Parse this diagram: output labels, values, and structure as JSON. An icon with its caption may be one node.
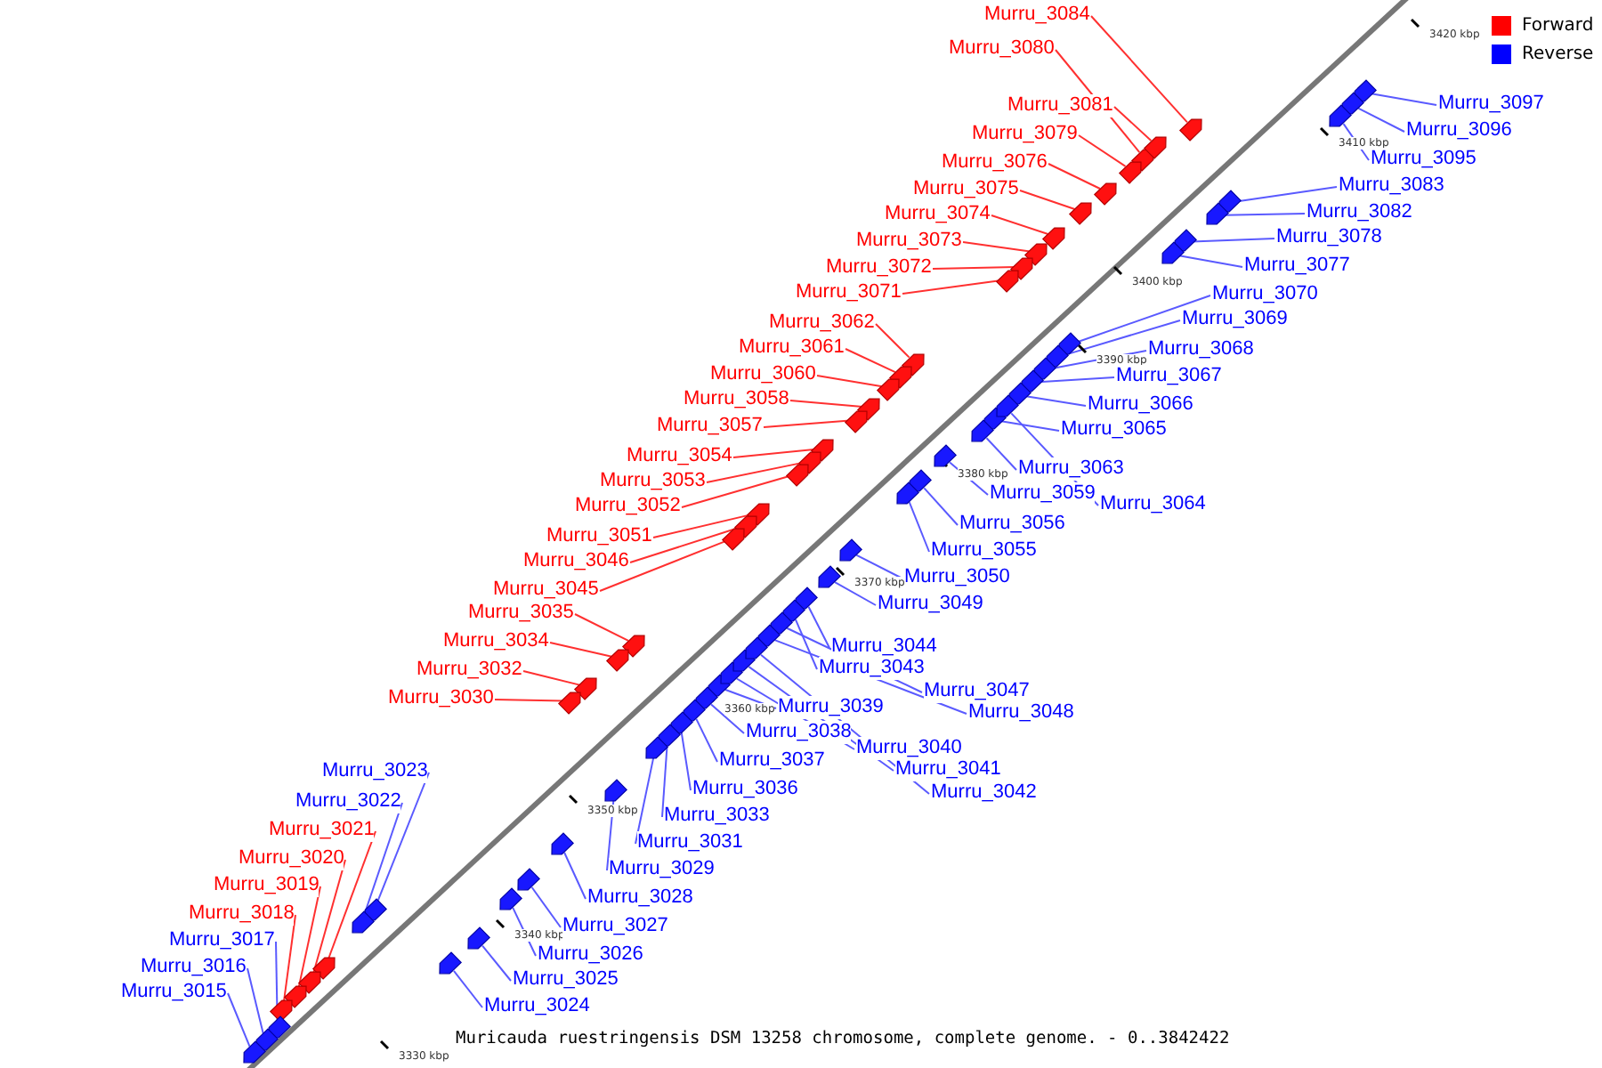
{
  "diagram": {
    "caption": "Muricauda ruestringensis DSM 13258 chromosome, complete genome. - 0..3842422",
    "nodes": [
      {
        "text": [
          "Murru_3084"
        ]
      },
      {
        "text": [
          "Murru_3080"
        ]
      },
      {
        "text": [
          "Murru_3097"
        ]
      },
      {
        "text": [
          "Murru_3081"
        ]
      },
      {
        "text": [
          "Murru_3096"
        ]
      },
      {
        "text": [
          "Murru_3079"
        ]
      },
      {
        "text": [
          "Murru_3095"
        ]
      },
      {
        "text": [
          "Murru_3076"
        ]
      },
      {
        "text": [
          "Murru_3083"
        ]
      },
      {
        "text": [
          "Murru_3075"
        ]
      },
      {
        "text": [
          "Murru_3082"
        ]
      },
      {
        "text": [
          "Murru_3074"
        ]
      },
      {
        "text": [
          "Murru_3078"
        ]
      },
      {
        "text": [
          "Murru_3073"
        ]
      },
      {
        "text": [
          "Murru_3077"
        ]
      },
      {
        "text": [
          "Murru_3072"
        ]
      },
      {
        "text": [
          "Murru_3071"
        ]
      },
      {
        "text": [
          "Murru_3070"
        ]
      },
      {
        "text": [
          "Murru_3069"
        ]
      },
      {
        "text": [
          "Murru_3062"
        ]
      },
      {
        "text": [
          "Murru_3061"
        ]
      },
      {
        "text": [
          "Murru_3068"
        ]
      },
      {
        "text": [
          "Murru_3060"
        ]
      },
      {
        "text": [
          "Murru_3067"
        ]
      },
      {
        "text": [
          "Murru_3058"
        ]
      },
      {
        "text": [
          "Murru_3066"
        ]
      },
      {
        "text": [
          "Murru_3057"
        ]
      },
      {
        "text": [
          "Murru_3065"
        ]
      },
      {
        "text": [
          "Murru_3054"
        ]
      },
      {
        "text": [
          "Murru_3063"
        ]
      },
      {
        "text": [
          "Murru_3053"
        ]
      },
      {
        "text": [
          "Murru_3059"
        ]
      },
      {
        "text": [
          "Murru_3052"
        ]
      },
      {
        "text": [
          "Murru_3064"
        ]
      },
      {
        "text": [
          "Murru_3056"
        ]
      },
      {
        "text": [
          "Murru_3051"
        ]
      },
      {
        "text": [
          "Murru_3055"
        ]
      },
      {
        "text": [
          "Murru_3046"
        ]
      },
      {
        "text": [
          "Murru_3050"
        ]
      },
      {
        "text": [
          "Murru_3045"
        ]
      },
      {
        "text": [
          "Murru_3049"
        ]
      },
      {
        "text": [
          "Murru_3035"
        ]
      },
      {
        "text": [
          "Murru_3034"
        ]
      },
      {
        "text": [
          "Murru_3044"
        ]
      },
      {
        "text": [
          "Murru_3043"
        ]
      },
      {
        "text": [
          "Murru_3032"
        ]
      },
      {
        "text": [
          "Murru_3047"
        ]
      },
      {
        "text": [
          "Murru_3030"
        ]
      },
      {
        "text": [
          "Murru_3039"
        ]
      },
      {
        "text": [
          "Murru_3048"
        ]
      },
      {
        "text": [
          "Murru_3038"
        ]
      },
      {
        "text": [
          "Murru_3040"
        ]
      },
      {
        "text": [
          "Murru_3037"
        ]
      },
      {
        "text": [
          "Murru_3041"
        ]
      },
      {
        "text": [
          "Murru_3023"
        ]
      },
      {
        "text": [
          "Murru_3036"
        ]
      },
      {
        "text": [
          "Murru_3042"
        ]
      },
      {
        "text": [
          "Murru_3022"
        ]
      },
      {
        "text": [
          "Murru_3033"
        ]
      },
      {
        "text": [
          "Murru_3021"
        ]
      },
      {
        "text": [
          "Murru_3031"
        ]
      },
      {
        "text": [
          "Murru_3020"
        ]
      },
      {
        "text": [
          "Murru_3029"
        ]
      },
      {
        "text": [
          "Murru_3019"
        ]
      },
      {
        "text": [
          "Murru_3028"
        ]
      },
      {
        "text": [
          "Murru_3018"
        ]
      },
      {
        "text": [
          "Murru_3027"
        ]
      },
      {
        "text": [
          "Murru_3017"
        ]
      },
      {
        "text": [
          "Murru_3026"
        ]
      },
      {
        "text": [
          "Murru_3016"
        ]
      },
      {
        "text": [
          "Murru_3025"
        ]
      },
      {
        "text": [
          "Murru_3015"
        ]
      },
      {
        "text": [
          "Murru_3024"
        ]
      },
      {
        "text": [],
        "shape": "arrow"
      },
      {
        "text": [],
        "shape": "arrow"
      },
      {
        "text": [],
        "shape": "arrow"
      },
      {
        "text": [],
        "shape": "arrow"
      },
      {
        "text": [],
        "shape": "arrow"
      },
      {
        "text": [],
        "shape": "arrow"
      },
      {
        "text": [],
        "shape": "arrow"
      },
      {
        "text": [],
        "shape": "arrow"
      },
      {
        "text": [],
        "shape": "arrow"
      },
      {
        "text": [],
        "shape": "arrow"
      },
      {
        "text": [],
        "shape": "arrow"
      },
      {
        "text": [],
        "shape": "arrow"
      },
      {
        "text": [],
        "shape": "arrow"
      },
      {
        "text": [],
        "shape": "arrow"
      },
      {
        "text": [],
        "shape": "arrow"
      },
      {
        "text": [],
        "shape": "arrow"
      },
      {
        "text": [],
        "shape": "arrow"
      },
      {
        "text": [],
        "shape": "arrow"
      },
      {
        "text": [],
        "shape": "arrow"
      },
      {
        "text": [],
        "shape": "arrow"
      },
      {
        "text": [],
        "shape": "arrow"
      },
      {
        "text": [],
        "shape": "arrow"
      },
      {
        "text": [],
        "shape": "arrow"
      },
      {
        "text": [],
        "shape": "arrow"
      },
      {
        "text": [],
        "shape": "arrow"
      },
      {
        "text": [],
        "shape": "arrow"
      },
      {
        "text": [],
        "shape": "arrow"
      },
      {
        "text": [],
        "shape": "arrow"
      },
      {
        "text": [],
        "shape": "arrow"
      },
      {
        "text": [],
        "shape": "arrow"
      },
      {
        "text": [],
        "shape": "arrow"
      },
      {
        "text": [],
        "shape": "arrow"
      },
      {
        "text": [],
        "shape": "arrow"
      },
      {
        "text": [],
        "shape": "arrow"
      },
      {
        "text": [],
        "shape": "arrow"
      },
      {
        "text": [],
        "shape": "arrow"
      },
      {
        "text": [],
        "shape": "arrow"
      },
      {
        "text": [],
        "shape": "arrow"
      },
      {
        "text": [],
        "shape": "arrow"
      },
      {
        "text": [],
        "shape": "arrow"
      },
      {
        "text": [],
        "shape": "arrow"
      },
      {
        "text": [],
        "shape": "arrow"
      },
      {
        "text": [],
        "shape": "arrow"
      },
      {
        "text": [],
        "shape": "arrow"
      },
      {
        "text": [],
        "shape": "arrow"
      },
      {
        "text": [],
        "shape": "arrow"
      },
      {
        "text": [],
        "shape": "arrow"
      },
      {
        "text": [],
        "shape": "arrow"
      },
      {
        "text": [],
        "shape": "arrow"
      },
      {
        "text": [],
        "shape": "arrow"
      },
      {
        "text": [],
        "shape": "arrow"
      },
      {
        "text": [],
        "shape": "arrow"
      },
      {
        "text": [],
        "shape": "arrow"
      },
      {
        "text": [],
        "shape": "arrow"
      },
      {
        "text": [],
        "shape": "arrow"
      },
      {
        "text": [],
        "shape": "arrow"
      },
      {
        "text": [],
        "shape": "arrow"
      },
      {
        "text": [],
        "shape": "arrow"
      },
      {
        "text": [],
        "shape": "arrow"
      },
      {
        "text": [],
        "shape": "arrow"
      },
      {
        "text": [],
        "shape": "arrow"
      },
      {
        "text": [],
        "shape": "arrow"
      },
      {
        "text": [],
        "shape": "arrow"
      },
      {
        "text": [],
        "shape": "arrow"
      },
      {
        "text": [],
        "shape": "arrow"
      },
      {
        "text": [],
        "shape": "arrow"
      },
      {
        "text": [],
        "shape": "arrow"
      },
      {
        "text": [],
        "shape": "arrow"
      },
      {
        "text": [],
        "shape": "arrow"
      },
      {
        "text": [],
        "shape": "arrow"
      },
      {
        "text": [],
        "shape": "arrow"
      },
      {
        "text": [],
        "shape": "arrow"
      },
      {
        "text": [],
        "shape": "arrow"
      }
    ],
    "edges": [
      {
        "from": 0,
        "to": 73,
        "arrow": "none",
        "color": "#ff3030"
      },
      {
        "from": 1,
        "to": 74,
        "arrow": "none",
        "color": "#ff3030"
      },
      {
        "from": 2,
        "to": 75,
        "arrow": "none"
      },
      {
        "from": 3,
        "to": 76,
        "arrow": "none",
        "color": "#ff3030"
      },
      {
        "from": 4,
        "to": 77,
        "arrow": "none"
      },
      {
        "from": 5,
        "to": 78,
        "arrow": "none",
        "color": "#ff3030"
      },
      {
        "from": 6,
        "to": 79,
        "arrow": "none"
      },
      {
        "from": 7,
        "to": 80,
        "arrow": "none",
        "color": "#ff3030"
      },
      {
        "from": 8,
        "to": 81,
        "arrow": "none"
      },
      {
        "from": 9,
        "to": 82,
        "arrow": "none",
        "color": "#ff3030"
      },
      {
        "from": 10,
        "to": 83,
        "arrow": "none"
      },
      {
        "from": 11,
        "to": 84,
        "arrow": "none",
        "color": "#ff3030"
      },
      {
        "from": 12,
        "to": 85,
        "arrow": "none"
      },
      {
        "from": 13,
        "to": 86,
        "arrow": "none",
        "color": "#ff3030"
      },
      {
        "from": 14,
        "to": 87,
        "arrow": "none"
      },
      {
        "from": 15,
        "to": 88,
        "arrow": "none",
        "color": "#ff3030"
      },
      {
        "from": 16,
        "to": 89,
        "arrow": "none",
        "color": "#ff3030"
      },
      {
        "from": 17,
        "to": 90,
        "arrow": "none"
      },
      {
        "from": 18,
        "to": 91,
        "arrow": "none"
      },
      {
        "from": 19,
        "to": 92,
        "arrow": "none",
        "color": "#ff3030"
      },
      {
        "from": 20,
        "to": 93,
        "arrow": "none",
        "color": "#ff3030"
      },
      {
        "from": 21,
        "to": 94,
        "arrow": "none"
      },
      {
        "from": 22,
        "to": 95,
        "arrow": "none",
        "color": "#ff3030"
      },
      {
        "from": 23,
        "to": 96,
        "arrow": "none"
      },
      {
        "from": 24,
        "to": 97,
        "arrow": "none",
        "color": "#ff3030"
      },
      {
        "from": 25,
        "to": 98,
        "arrow": "none"
      },
      {
        "from": 26,
        "to": 99,
        "arrow": "none",
        "color": "#ff3030"
      },
      {
        "from": 27,
        "to": 100,
        "arrow": "none"
      },
      {
        "from": 28,
        "to": 101,
        "arrow": "none",
        "color": "#ff3030"
      },
      {
        "from": 29,
        "to": 102,
        "arrow": "none"
      },
      {
        "from": 30,
        "to": 103,
        "arrow": "none",
        "color": "#ff3030"
      },
      {
        "from": 31,
        "to": 104,
        "arrow": "none"
      },
      {
        "from": 32,
        "to": 105,
        "arrow": "none",
        "color": "#ff3030"
      },
      {
        "from": 33,
        "to": 106,
        "arrow": "none"
      },
      {
        "from": 34,
        "to": 107,
        "arrow": "none"
      },
      {
        "from": 35,
        "to": 108,
        "arrow": "none",
        "color": "#ff3030"
      },
      {
        "from": 36,
        "to": 109,
        "arrow": "none"
      },
      {
        "from": 37,
        "to": 110,
        "arrow": "none",
        "color": "#ff3030"
      },
      {
        "from": 38,
        "to": 111,
        "arrow": "none"
      },
      {
        "from": 39,
        "to": 112,
        "arrow": "none",
        "color": "#ff3030"
      },
      {
        "from": 40,
        "to": 113,
        "arrow": "none"
      },
      {
        "from": 41,
        "to": 114,
        "arrow": "none",
        "color": "#ff3030"
      },
      {
        "from": 42,
        "to": 115,
        "arrow": "none",
        "color": "#ff3030"
      },
      {
        "from": 43,
        "to": 116,
        "arrow": "none"
      },
      {
        "from": 44,
        "to": 117,
        "arrow": "none"
      },
      {
        "from": 45,
        "to": 118,
        "arrow": "none",
        "color": "#ff3030"
      },
      {
        "from": 46,
        "to": 119,
        "arrow": "none"
      },
      {
        "from": 47,
        "to": 120,
        "arrow": "none",
        "color": "#ff3030"
      },
      {
        "from": 48,
        "to": 121,
        "arrow": "none"
      },
      {
        "from": 49,
        "to": 122,
        "arrow": "none"
      },
      {
        "from": 50,
        "to": 123,
        "arrow": "none"
      },
      {
        "from": 51,
        "to": 124,
        "arrow": "none"
      },
      {
        "from": 52,
        "to": 125,
        "arrow": "none"
      },
      {
        "from": 53,
        "to": 126,
        "arrow": "none"
      },
      {
        "from": 54,
        "to": 127,
        "arrow": "none"
      },
      {
        "from": 55,
        "to": 128,
        "arrow": "none"
      },
      {
        "from": 56,
        "to": 129,
        "arrow": "none"
      },
      {
        "from": 57,
        "to": 130,
        "arrow": "none"
      },
      {
        "from": 58,
        "to": 131,
        "arrow": "none"
      },
      {
        "from": 59,
        "to": 132,
        "arrow": "none",
        "color": "#ff3030"
      },
      {
        "from": 60,
        "to": 133,
        "arrow": "none"
      },
      {
        "from": 61,
        "to": 134,
        "arrow": "none",
        "color": "#ff3030"
      },
      {
        "from": 62,
        "to": 135,
        "arrow": "none"
      },
      {
        "from": 63,
        "to": 136,
        "arrow": "none",
        "color": "#ff3030"
      },
      {
        "from": 64,
        "to": 137,
        "arrow": "none"
      },
      {
        "from": 65,
        "to": 138,
        "arrow": "none",
        "color": "#ff3030"
      },
      {
        "from": 66,
        "to": 139,
        "arrow": "none"
      },
      {
        "from": 67,
        "to": 140,
        "arrow": "none"
      },
      {
        "from": 68,
        "to": 141,
        "arrow": "none"
      },
      {
        "from": 69,
        "to": 142,
        "arrow": "none"
      },
      {
        "from": 70,
        "to": 143,
        "arrow": "none"
      },
      {
        "from": 71,
        "to": 144,
        "arrow": "none"
      },
      {
        "from": 72,
        "to": 145,
        "arrow": "none"
      }
    ],
    "labels": [
      "3420 kbp",
      "3410 kbp",
      "3400 kbp",
      "3390 kbp",
      "3380 kbp",
      "3370 kbp",
      "3360 kbp",
      "3350 kbp",
      "3340 kbp",
      "3330 kbp"
    ],
    "legend": [
      {
        "text": "Forward",
        "color": "#ff0000"
      },
      {
        "text": "Reverse",
        "color": "#0000ff"
      }
    ]
  }
}
